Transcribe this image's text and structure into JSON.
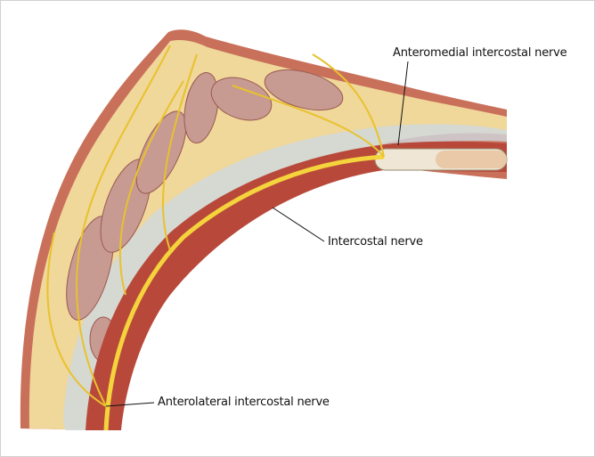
{
  "labels": {
    "anteromedial": "Anteromedial intercostal nerve",
    "intercostal": "Intercostal nerve",
    "anterolateral": "Anterolateral intercostal nerve"
  },
  "colors": {
    "skin": "#c9705a",
    "fat": "#f0d79a",
    "gland": "#c79a92",
    "muscle": "#b8493a",
    "nerve": "#f4d33c",
    "fascia": "#cfd8e0"
  }
}
